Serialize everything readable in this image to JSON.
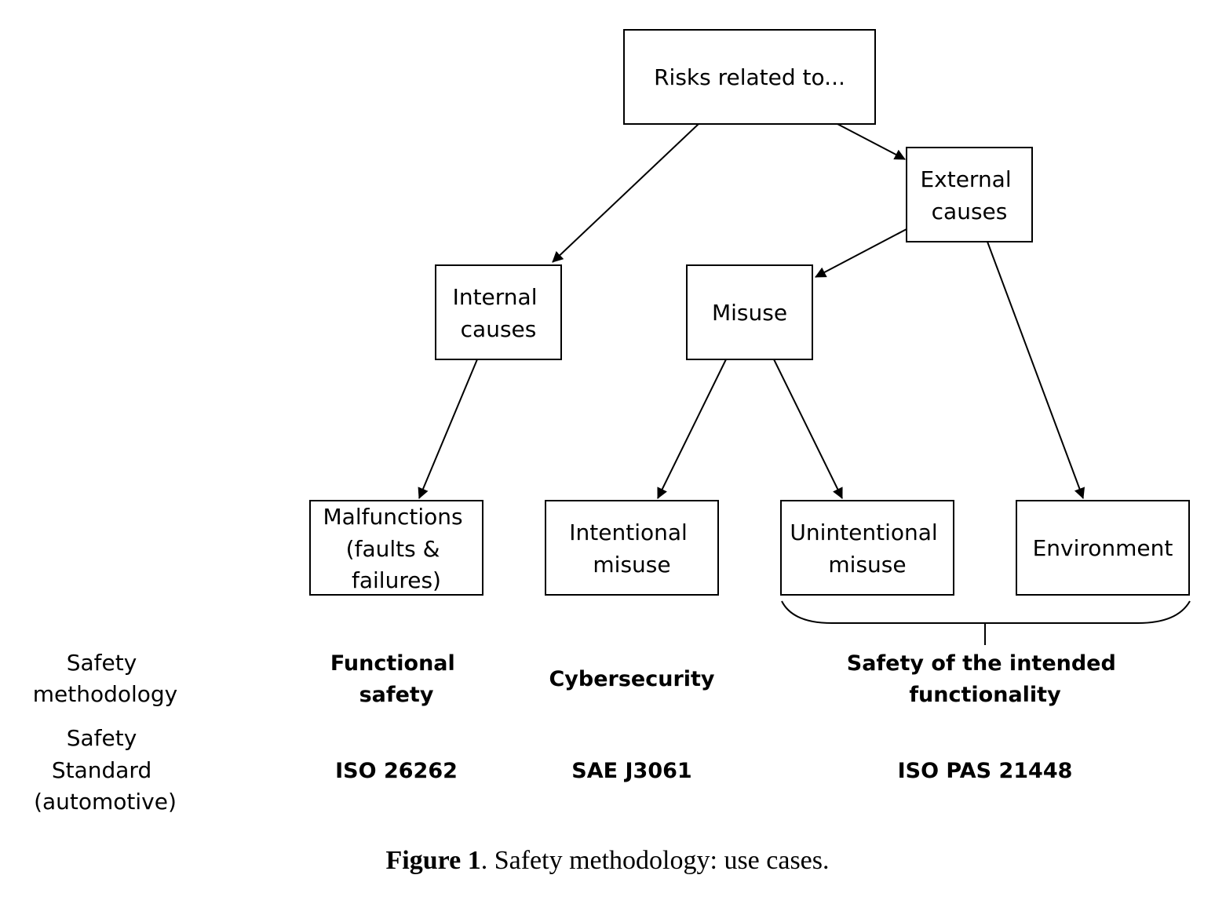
{
  "nodes": {
    "root": [
      "Risks related to..."
    ],
    "external": [
      "External",
      "causes"
    ],
    "internal": [
      "Internal",
      "causes"
    ],
    "misuse": [
      "Misuse"
    ],
    "malfunctions": [
      "Malfunctions",
      "(faults &",
      "failures)"
    ],
    "intentional": [
      "Intentional",
      "misuse"
    ],
    "unintentional": [
      "Unintentional",
      "misuse"
    ],
    "environment": [
      "Environment"
    ]
  },
  "rows": {
    "methodology": {
      "label": [
        "Safety",
        "methodology"
      ],
      "functional": [
        "Functional",
        "safety"
      ],
      "cyber": [
        "Cybersecurity"
      ],
      "sotif": [
        "Safety of the intended",
        "functionality"
      ]
    },
    "standard": {
      "label": [
        "Safety",
        "Standard",
        "(automotive)"
      ],
      "functional": [
        "ISO 26262"
      ],
      "cyber": [
        "SAE J3061"
      ],
      "sotif": [
        "ISO PAS 21448"
      ]
    }
  },
  "caption": {
    "bold": "Figure 1",
    "rest": ". Safety methodology: use cases."
  }
}
